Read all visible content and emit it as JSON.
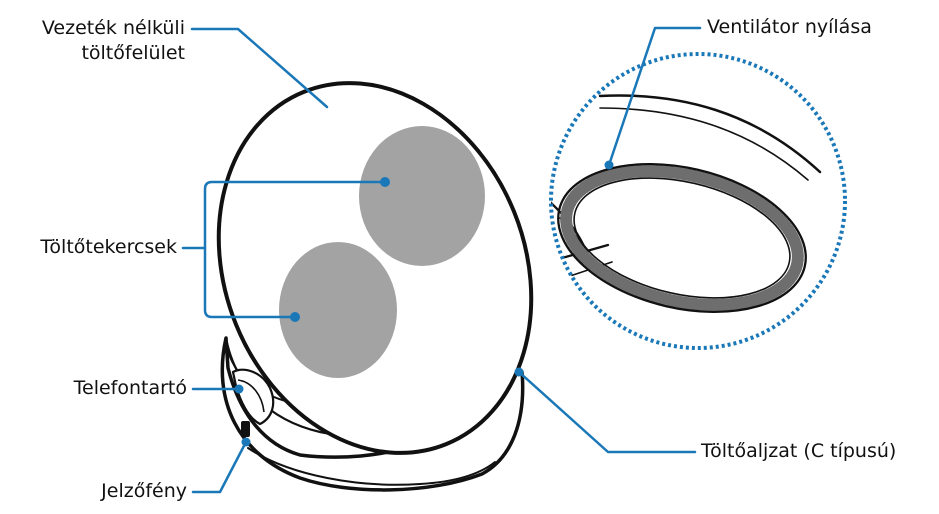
{
  "colors": {
    "leader": "#1a78b8",
    "outline": "#111111",
    "coil": "#a3a3a3",
    "background": "#ffffff"
  },
  "labels": {
    "wireless_surface_line1": "Vezeték nélküli",
    "wireless_surface_line2": "töltőfelület",
    "coils": "Töltőtekercsek",
    "phone_holder": "Telefontartó",
    "indicator_light": "Jelzőfény",
    "fan_vent": "Ventilátor nyílása",
    "charging_port": "Töltőaljzat (C típusú)"
  }
}
